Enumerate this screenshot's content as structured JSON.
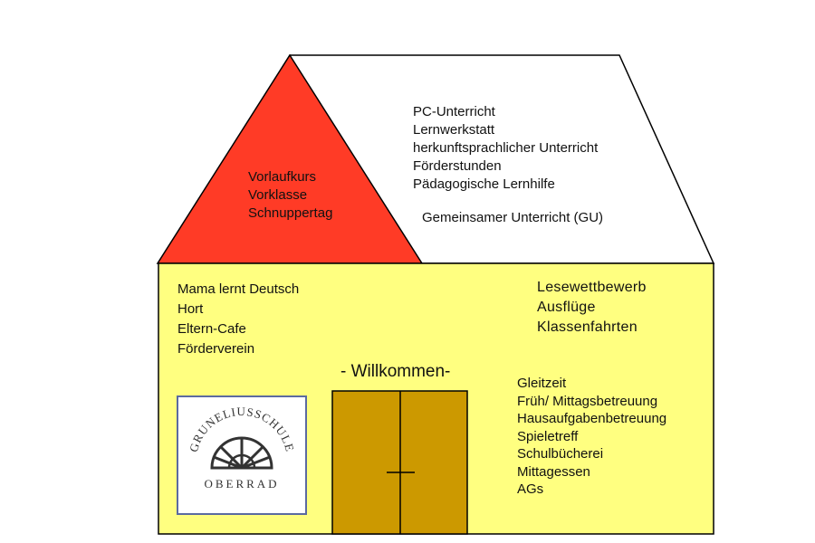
{
  "red_section": {
    "items": [
      "Vorlaufkurs",
      "Vorklasse",
      "Schnuppertag"
    ]
  },
  "roof_section": {
    "items": [
      "PC-Unterricht",
      "Lernwerkstatt",
      "herkunftsprachlicher Unterricht",
      "Förderstunden",
      "Pädagogische Lernhilfe"
    ],
    "extra": "Gemeinsamer Unterricht (GU)"
  },
  "left_section": {
    "items": [
      "Mama lernt Deutsch",
      "Hort",
      "Eltern-Cafe",
      "Förderverein"
    ]
  },
  "right_top": {
    "items": [
      "Lesewettbewerb",
      "Ausflüge",
      "Klassenfahrten"
    ]
  },
  "right_bottom": {
    "items": [
      "Gleitzeit",
      "Früh/ Mittagsbetreuung",
      "Hausaufgabenbetreuung",
      "Spieletreff",
      "Schulbücherei",
      "Mittagessen",
      "AGs"
    ]
  },
  "welcome": "- Willkommen-",
  "logo": {
    "arc_text": "GRUNELIUSSCHULE",
    "bottom_text": "OBERRAD",
    "icon": "half-wheel-window-icon"
  },
  "colors": {
    "wall": "#ffff80",
    "red_gable": "#ff3b26",
    "door": "#cc9900",
    "stroke": "#000000",
    "logo_border": "#5b6aa0"
  }
}
